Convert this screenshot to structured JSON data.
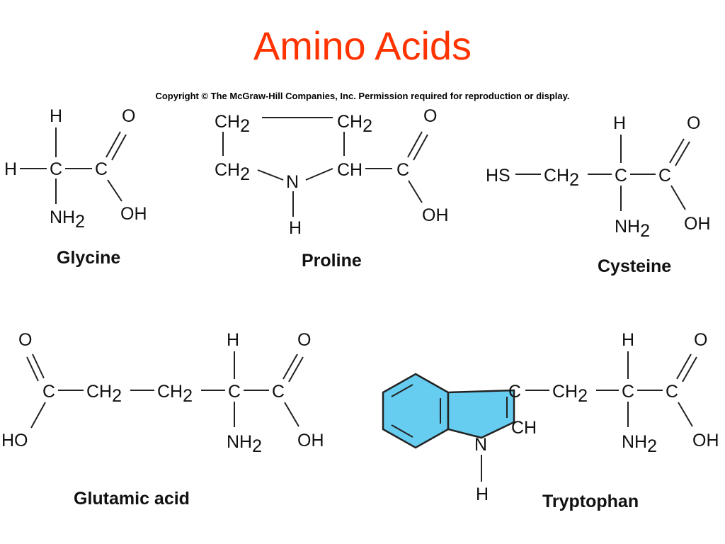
{
  "title": "Amino Acids",
  "copyright": "Copyright © The McGraw-Hill Companies, Inc. Permission required for reproduction or display.",
  "atoms": {
    "H": "H",
    "O": "O",
    "C": "C",
    "N": "N",
    "OH": "OH",
    "HO": "HO",
    "HS": "HS",
    "CH": "CH",
    "CH2": "CH",
    "NH2": "NH",
    "sub2": "2"
  },
  "molecules": [
    {
      "id": "glycine",
      "name": "Glycine"
    },
    {
      "id": "proline",
      "name": "Proline"
    },
    {
      "id": "cysteine",
      "name": "Cysteine"
    },
    {
      "id": "glutamic-acid",
      "name": "Glutamic acid"
    },
    {
      "id": "tryptophan",
      "name": "Tryptophan"
    }
  ],
  "colors": {
    "title": "#ff3300",
    "ring_fill": "#66ccf0"
  }
}
